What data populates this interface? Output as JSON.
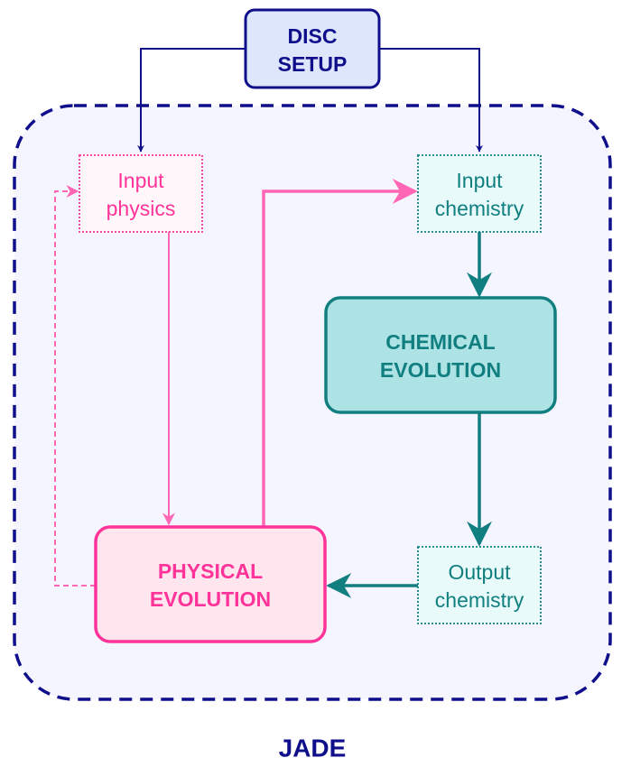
{
  "colors": {
    "navy": "#0f0f8c",
    "pink": "#ff3399",
    "pink_light": "#ff66b3",
    "teal": "#117f80",
    "disc_fill": "#dde6fb",
    "container_fill": "#f5f5ff",
    "pink_fill": "#ffe6ee",
    "teal_fill": "#aee3e6",
    "teal_light_fill": "#e8fafa",
    "pink_light_fill": "#fff7fa"
  },
  "nodes": {
    "disc_setup": {
      "line1": "DISC",
      "line2": "SETUP"
    },
    "input_physics": {
      "line1": "Input",
      "line2": "physics"
    },
    "input_chemistry": {
      "line1": "Input",
      "line2": "chemistry"
    },
    "chemical_evolution": {
      "line1": "CHEMICAL",
      "line2": "EVOLUTION"
    },
    "physical_evolution": {
      "line1": "PHYSICAL",
      "line2": "EVOLUTION"
    },
    "output_chemistry": {
      "line1": "Output",
      "line2": "chemistry"
    }
  },
  "container": {
    "label": "JADE"
  }
}
